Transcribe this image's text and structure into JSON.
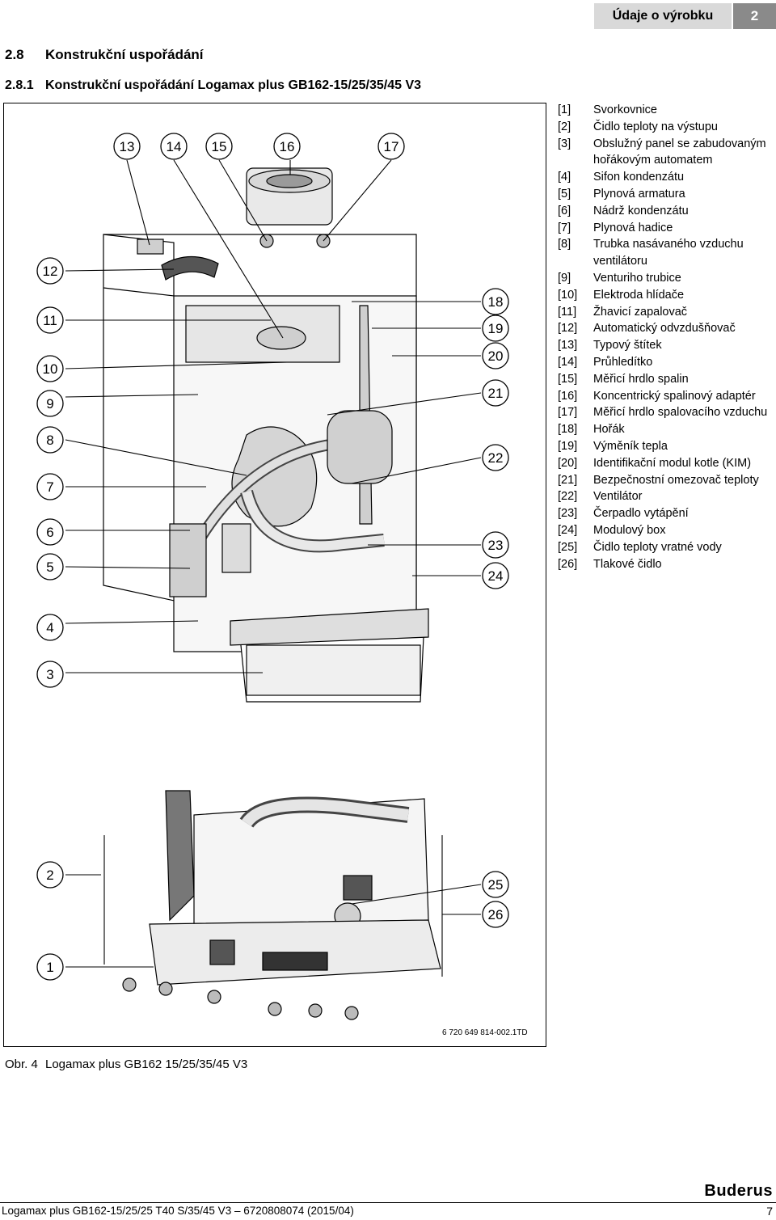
{
  "header": {
    "section_title": "Údaje o výrobku",
    "chapter_number": "2"
  },
  "heading2": {
    "number": "2.8",
    "text": "Konstrukční uspořádání"
  },
  "heading3": {
    "number": "2.8.1",
    "text": "Konstrukční uspořádání Logamax plus GB162-15/25/35/45 V3"
  },
  "figure": {
    "callouts": [
      "1",
      "2",
      "3",
      "4",
      "5",
      "6",
      "7",
      "8",
      "9",
      "10",
      "11",
      "12",
      "13",
      "14",
      "15",
      "16",
      "17",
      "18",
      "19",
      "20",
      "21",
      "22",
      "23",
      "24",
      "25",
      "26"
    ],
    "drawing_code": "6 720 649 814-002.1TD"
  },
  "legend": [
    {
      "key": "[1]",
      "text": "Svorkovnice"
    },
    {
      "key": "[2]",
      "text": "Čidlo teploty na výstupu"
    },
    {
      "key": "[3]",
      "text": "Obslužný panel se zabudovaným"
    },
    {
      "key": "",
      "text": "hořákovým automatem"
    },
    {
      "key": "[4]",
      "text": "Sifon kondenzátu"
    },
    {
      "key": "[5]",
      "text": "Plynová armatura"
    },
    {
      "key": "[6]",
      "text": "Nádrž kondenzátu"
    },
    {
      "key": "[7]",
      "text": "Plynová hadice"
    },
    {
      "key": "[8]",
      "text": "Trubka nasávaného vzduchu"
    },
    {
      "key": "",
      "text": "ventilátoru"
    },
    {
      "key": "[9]",
      "text": "Venturiho trubice"
    },
    {
      "key": "[10]",
      "text": "Elektroda hlídače"
    },
    {
      "key": "[11]",
      "text": "Žhavicí zapalovač"
    },
    {
      "key": "[12]",
      "text": "Automatický odvzdušňovač"
    },
    {
      "key": "[13]",
      "text": "Typový štítek"
    },
    {
      "key": "[14]",
      "text": "Průhledítko"
    },
    {
      "key": "[15]",
      "text": "Měřicí hrdlo spalin"
    },
    {
      "key": "[16]",
      "text": "Koncentrický spalinový adaptér"
    },
    {
      "key": "[17]",
      "text": "Měřicí hrdlo spalovacího vzduchu"
    },
    {
      "key": "[18]",
      "text": "Hořák"
    },
    {
      "key": "[19]",
      "text": "Výměník tepla"
    },
    {
      "key": "[20]",
      "text": "Identifikační modul kotle (KIM)"
    },
    {
      "key": "[21]",
      "text": "Bezpečnostní omezovač teploty"
    },
    {
      "key": "[22]",
      "text": "Ventilátor"
    },
    {
      "key": "[23]",
      "text": "Čerpadlo vytápění"
    },
    {
      "key": "[24]",
      "text": "Modulový box"
    },
    {
      "key": "[25]",
      "text": "Čidlo teploty vratné vody"
    },
    {
      "key": "[26]",
      "text": "Tlakové čidlo"
    }
  ],
  "caption": {
    "label": "Obr. 4",
    "text": "Logamax plus GB162 15/25/35/45 V3"
  },
  "footer": {
    "brand": "Buderus",
    "doc_line": "Logamax plus GB162-15/25/25 T40 S/35/45 V3 – 6720808074 (2015/04)",
    "page": "7"
  }
}
